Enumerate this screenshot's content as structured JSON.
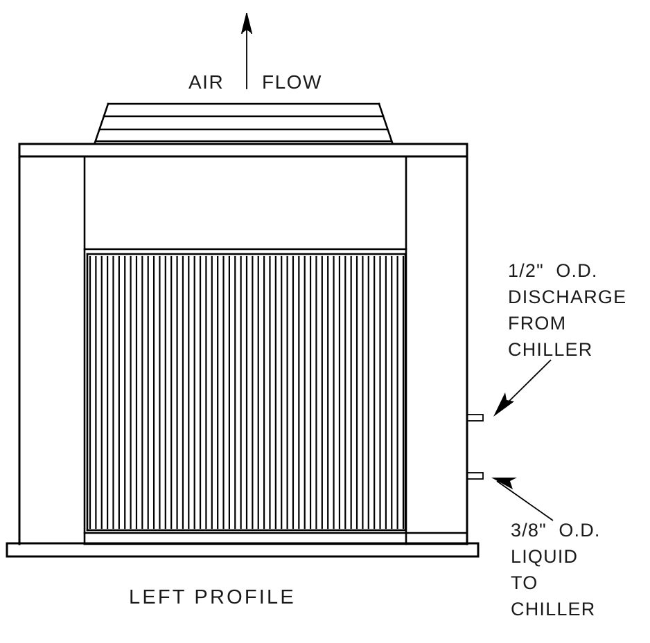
{
  "drawing": {
    "title": "LEFT PROFILE",
    "subject": "air-cooled condenser left profile view",
    "background_color": "#ffffff",
    "line_color": "#000000"
  },
  "airflow": {
    "label_left": "AIR",
    "label_right": "FLOW",
    "arrow_direction": "up"
  },
  "callouts": [
    {
      "id": "discharge",
      "lines": [
        "1/2\"  O.D.",
        "DISCHARGE",
        "FROM",
        "CHILLER"
      ],
      "line1": "1/2\"  O.D.",
      "line2": "DISCHARGE",
      "line3": "FROM",
      "line4": "CHILLER",
      "leader_direction": "down-left",
      "points_to": "upper-pipe-stub"
    },
    {
      "id": "liquid",
      "lines": [
        "3/8\"  O.D.",
        "LIQUID",
        "TO",
        "CHILLER"
      ],
      "line1": "3/8\"  O.D.",
      "line2": "LIQUID",
      "line3": "TO",
      "line4": "CHILLER",
      "leader_direction": "up-left",
      "points_to": "lower-pipe-stub"
    }
  ],
  "caption": {
    "text": "LEFT PROFILE"
  },
  "geometry": {
    "fin_count": 55,
    "shroud_bands": 4
  }
}
